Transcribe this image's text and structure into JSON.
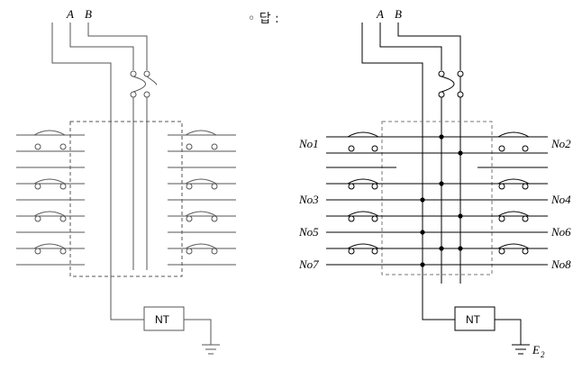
{
  "answer_marker": "◦ 답 :",
  "left_diagram": {
    "phase_a": "A",
    "phase_b": "B",
    "nt_label": "NT"
  },
  "right_diagram": {
    "phase_a": "A",
    "phase_b": "B",
    "nt_label": "NT",
    "ground_label": "E",
    "ground_subscript": "2",
    "phone_labels": {
      "no1": "No1",
      "no2": "No2",
      "no3": "No3",
      "no4": "No4",
      "no5": "No5",
      "no6": "No6",
      "no7": "No7",
      "no8": "No8"
    }
  }
}
